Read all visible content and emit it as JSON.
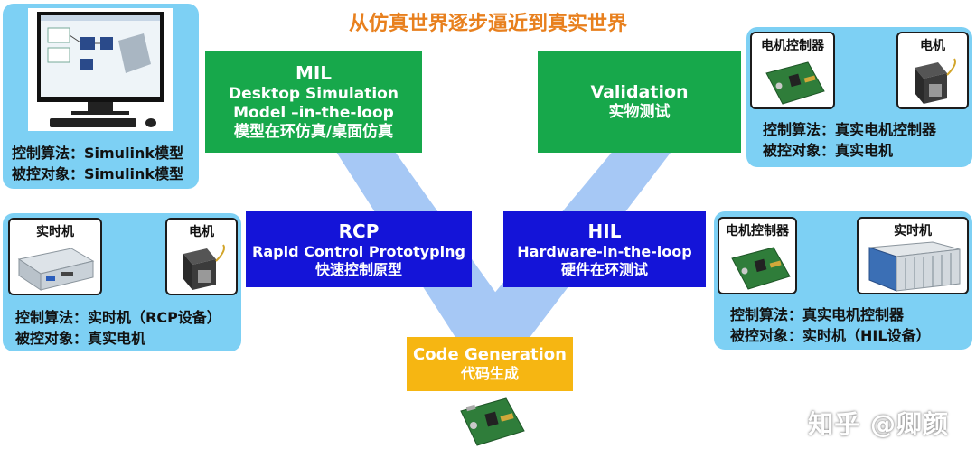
{
  "title": "从仿真世界逐步逼近到真实世界",
  "mil": {
    "line1": "MIL",
    "line2": "Desktop Simulation",
    "line3": "Model –in-the-loop",
    "line4": "模型在环仿真/桌面仿真"
  },
  "validation": {
    "line1": "Validation",
    "line2": "实物测试"
  },
  "rcp": {
    "line1": "RCP",
    "line2": "Rapid Control Prototyping",
    "line3": "快速控制原型"
  },
  "hil": {
    "line1": "HIL",
    "line2": "Hardware-in-the-loop",
    "line3": "硬件在环测试"
  },
  "codegen": {
    "line1": "Code Generation",
    "line2": "代码生成"
  },
  "panels": {
    "top_left": {
      "line1": "控制算法：Simulink模型",
      "line2": "被控对象：Simulink模型"
    },
    "mid_left": {
      "box1": "实时机",
      "box2": "电机",
      "line1": "控制算法：实时机（RCP设备）",
      "line2": "被控对象：真实电机"
    },
    "top_right": {
      "box1": "电机控制器",
      "box2": "电机",
      "line1": "控制算法：真实电机控制器",
      "line2": "被控对象：真实电机"
    },
    "mid_right": {
      "box1": "电机控制器",
      "box2": "实时机",
      "line1": "控制算法：真实电机控制器",
      "line2": "被控对象：实时机（HIL设备）"
    }
  },
  "watermark": "知乎 @卿颜",
  "colors": {
    "title": "#e8801e",
    "green": "#17a84b",
    "blue": "#1414d8",
    "yellow": "#f6b612",
    "panel": "#7dd0f4",
    "v_shape": "#a6c8f5"
  }
}
